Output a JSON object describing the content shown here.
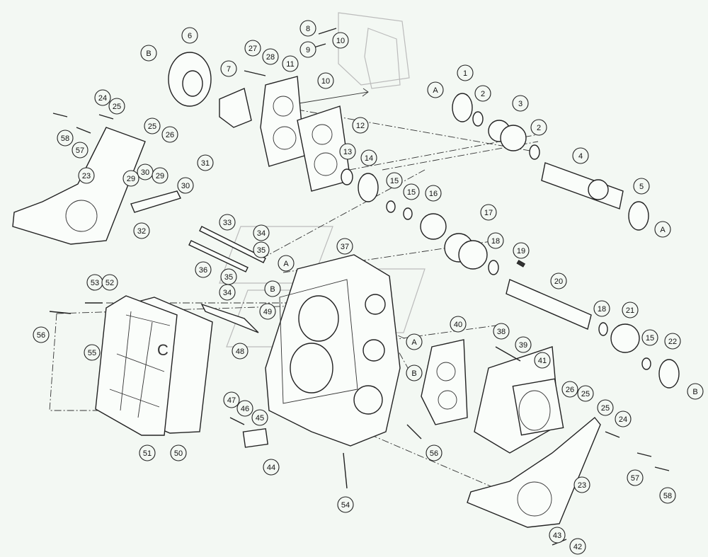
{
  "diagram": {
    "title": "",
    "callouts": [
      "B",
      "6",
      "8",
      "10",
      "27",
      "28",
      "7",
      "11",
      "9",
      "10",
      "1",
      "A",
      "2",
      "3",
      "2",
      "24",
      "25",
      "25",
      "26",
      "58",
      "57",
      "12",
      "13",
      "14",
      "4",
      "5",
      "A",
      "31",
      "30",
      "29",
      "29",
      "30",
      "23",
      "15",
      "15",
      "16",
      "17",
      "18",
      "32",
      "33",
      "34",
      "35",
      "37",
      "A",
      "19",
      "36",
      "35",
      "B",
      "34",
      "20",
      "53",
      "52",
      "18",
      "21",
      "49",
      "56",
      "38",
      "39",
      "40",
      "22",
      "15",
      "A",
      "55",
      "48",
      "B",
      "41",
      "B",
      "26",
      "25",
      "47",
      "46",
      "45",
      "25",
      "24",
      "51",
      "50",
      "56",
      "44",
      "57",
      "23",
      "58",
      "54",
      "43",
      "42"
    ],
    "cover_mark": "C"
  }
}
